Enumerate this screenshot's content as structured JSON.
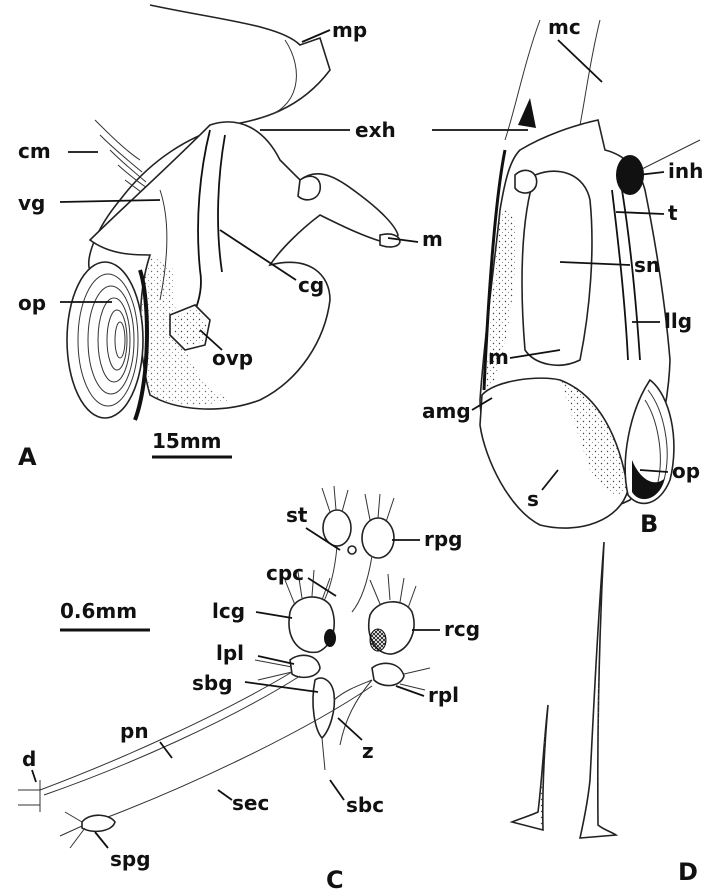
{
  "panels": {
    "A": {
      "letter": "A",
      "labels": {
        "mp": "mp",
        "cm": "cm",
        "exh": "exh",
        "vg": "vg",
        "m": "m",
        "cg": "cg",
        "op": "op",
        "ovp": "ovp"
      },
      "scale": "15mm"
    },
    "B": {
      "letter": "B",
      "labels": {
        "mc": "mc",
        "inh": "inh",
        "t": "t",
        "sn": "sn",
        "llg": "llg",
        "m": "m",
        "amg": "amg",
        "op": "op",
        "s": "s"
      }
    },
    "C": {
      "letter": "C",
      "labels": {
        "st": "st",
        "rpg": "rpg",
        "cpc": "cpc",
        "lcg": "lcg",
        "rcg": "rcg",
        "lpl": "lpl",
        "sbg": "sbg",
        "rpl": "rpl",
        "pn": "pn",
        "z": "z",
        "d": "d",
        "sec": "sec",
        "sbc": "sbc",
        "spg": "spg"
      },
      "scale": "0.6mm"
    },
    "D": {
      "letter": "D"
    }
  }
}
